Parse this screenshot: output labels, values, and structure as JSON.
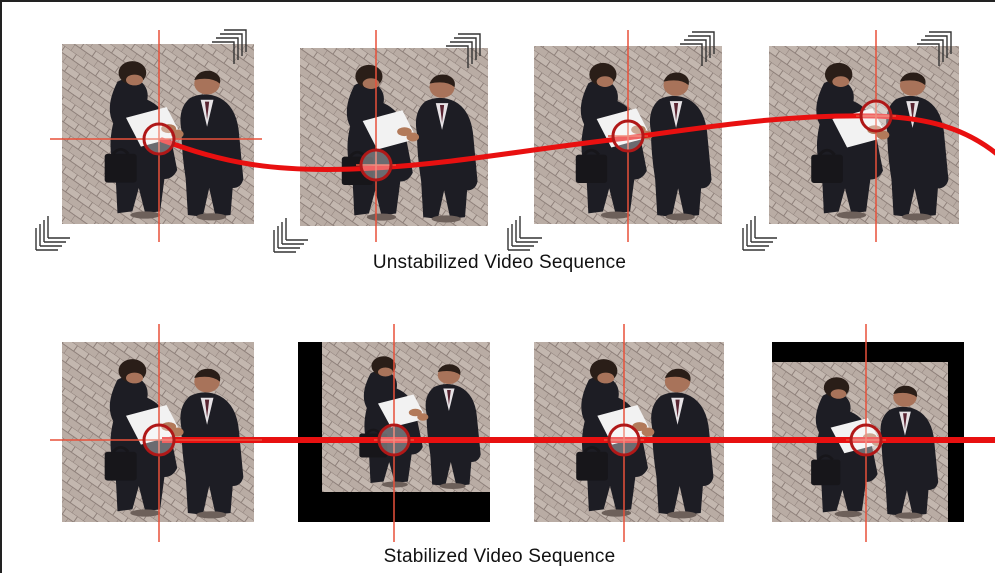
{
  "captions": {
    "unstabilized": "Unstabilized Video Sequence",
    "stabilized": "Stabilized Video Sequence"
  },
  "colors": {
    "trajectory": "#e81010",
    "crosshair": "#e8503a",
    "paving": "#b9aca4",
    "paving_joint": "#8e807a",
    "suit": "#1d1d24",
    "skin": "#b27a5a",
    "paper": "#f2f2f2",
    "black_border": "#000000",
    "shake_marks": "#333333"
  },
  "sequences": [
    {
      "id": "unstabilized",
      "frame_count": 4,
      "motion_path": "smooth wavy trajectory (camera shake)",
      "shake_marks": true
    },
    {
      "id": "stabilized",
      "frame_count": 4,
      "motion_path": "straight horizontal line (motion compensated)",
      "black_borders": [
        "none",
        "left and bottom",
        "none",
        "top and right"
      ]
    }
  ]
}
